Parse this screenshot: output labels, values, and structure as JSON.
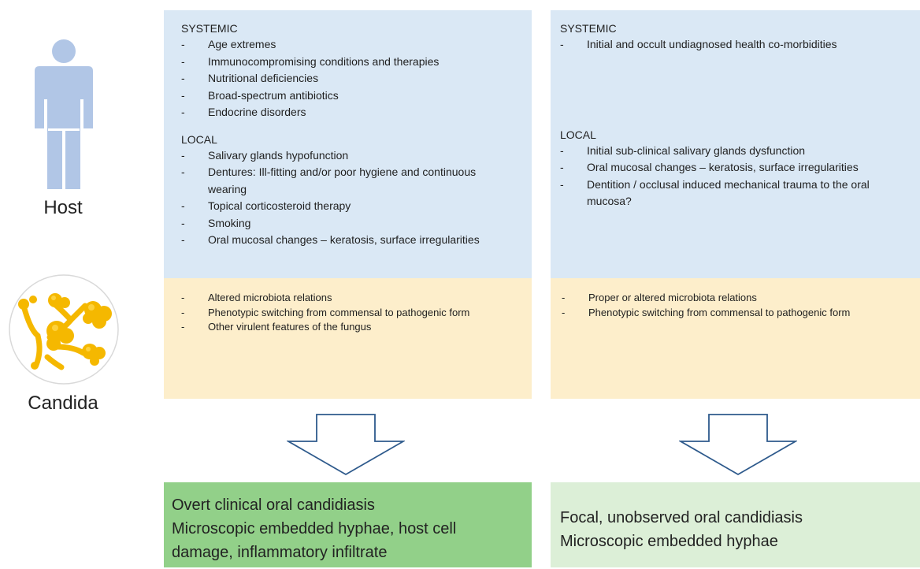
{
  "host": {
    "label": "Host",
    "icon": "person-icon",
    "color": "#b1c6e6"
  },
  "candida": {
    "label": "Candida",
    "icon": "candida-fungus-icon",
    "color": "#f5b800"
  },
  "left_column": {
    "host_box": {
      "systemic_title": "SYSTEMIC",
      "systemic_items": [
        "Age extremes",
        "Immunocompromising conditions and therapies",
        "Nutritional deficiencies",
        "Broad-spectrum antibiotics",
        "Endocrine disorders"
      ],
      "local_title": "LOCAL",
      "local_items": [
        "Salivary glands hypofunction",
        "Dentures: Ill-fitting and/or poor hygiene and continuous wearing",
        "Topical corticosteroid therapy",
        "Smoking",
        "Oral mucosal changes – keratosis, surface irregularities"
      ]
    },
    "candida_box": {
      "items": [
        "Altered microbiota relations",
        "Phenotypic switching from commensal to pathogenic form",
        "Other virulent features of the fungus"
      ]
    },
    "outcome": {
      "line1": "Overt clinical oral candidiasis",
      "line2": "Microscopic embedded hyphae, host cell damage, inflammatory infiltrate"
    }
  },
  "right_column": {
    "host_box": {
      "systemic_title": "SYSTEMIC",
      "systemic_items": [
        "Initial and occult undiagnosed health co-morbidities"
      ],
      "local_title": "LOCAL",
      "local_items": [
        "Initial sub-clinical salivary glands dysfunction",
        "Oral mucosal changes – keratosis, surface irregularities",
        "Dentition / occlusal induced mechanical trauma to the oral mucosa?"
      ]
    },
    "candida_box": {
      "items": [
        "Proper or altered microbiota relations",
        "Phenotypic switching from commensal to pathogenic form"
      ]
    },
    "outcome": {
      "line1": "Focal, unobserved oral candidiasis",
      "line2": "Microscopic embedded hyphae"
    }
  },
  "colors": {
    "host_box": "#dae8f5",
    "candida_box": "#fdeecb",
    "outcome_left": "#92d089",
    "outcome_right": "#dcefd7",
    "arrow_stroke": "#2e5a8c"
  }
}
